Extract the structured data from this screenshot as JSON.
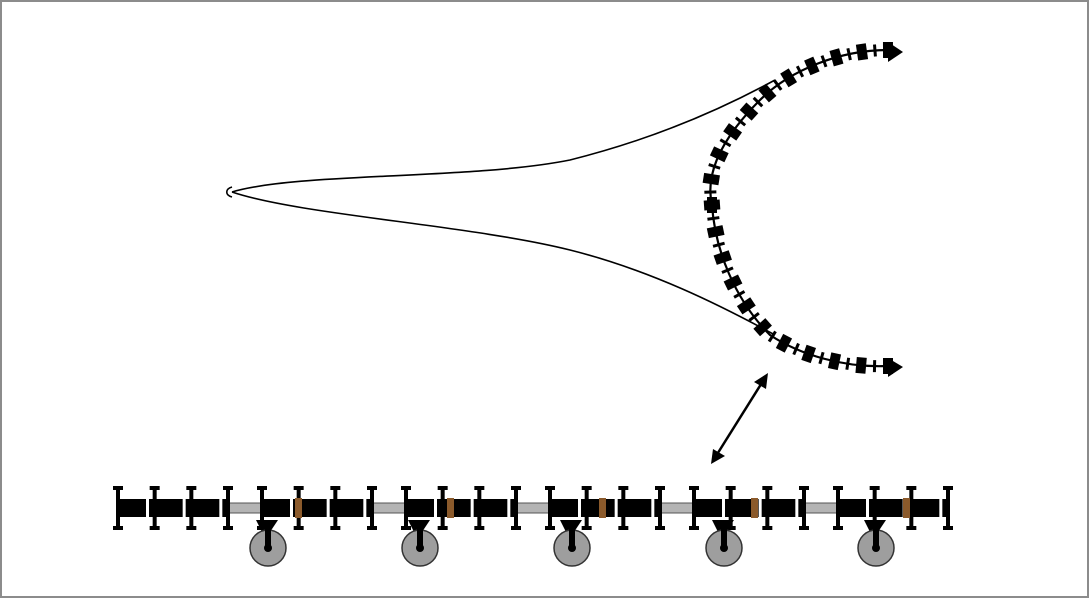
{
  "diagram": {
    "description_free": true,
    "colors": {
      "frame": "#8c8c8c",
      "line": "#000000",
      "segment": "#000000",
      "bar": "#b4b4b4",
      "bar_edge": "#555555",
      "hinge": "#8b5a2b",
      "wheel": "#9e9e9e",
      "wheel_edge": "#333333"
    },
    "folded_boom": {
      "arm_count": 2,
      "arm_segments_each": 10
    },
    "extended_boom": {
      "section_count": 6,
      "wheel_count": 5,
      "hinge_count": 5
    },
    "icons": {
      "motion_arrow": "double-headed-arrow-icon",
      "wheel": "caster-wheel-icon",
      "hinge": "hinge-icon"
    }
  }
}
